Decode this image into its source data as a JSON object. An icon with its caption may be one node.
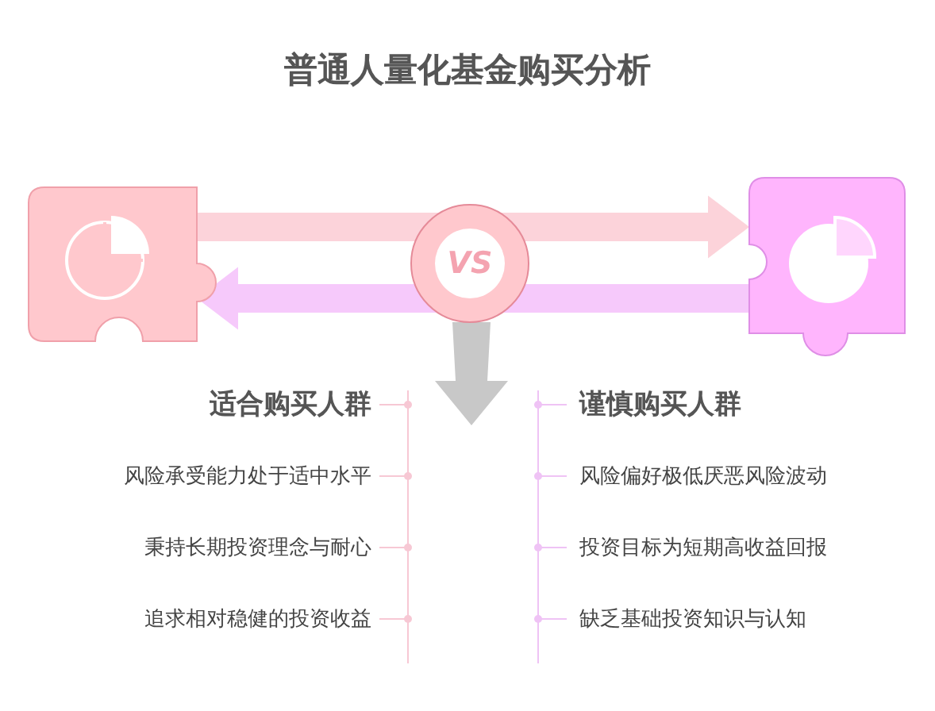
{
  "diagram": {
    "title": "普通人量化基金购买分析",
    "nodes": [
      {
        "text": [],
        "shape": "puzzle"
      },
      {
        "text": [],
        "shape": "puzzle"
      }
    ],
    "edges": [
      {
        "from": 0,
        "to": 1,
        "arrow": "to",
        "color": "#fcd3da"
      },
      {
        "from": 1,
        "to": 0,
        "arrow": "to",
        "color": "#f6c9fb"
      }
    ],
    "labels": [
      "VS",
      "适合购买人群",
      "谨慎购买人群",
      "风险承受能力处于适中水平",
      "风险偏好极低厌恶风险波动",
      "秉持长期投资理念与耐心",
      "投资目标为短期高收益回报",
      "追求相对稳健的投资收益",
      "缺乏基础投资知识与认知"
    ]
  }
}
